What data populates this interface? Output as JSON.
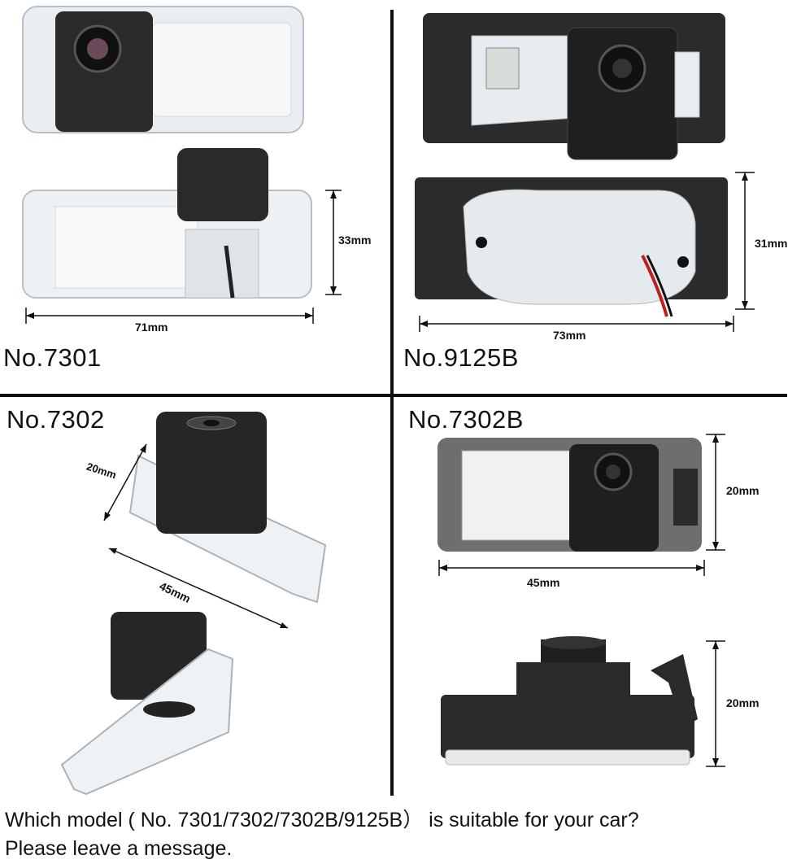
{
  "quadrants": [
    {
      "model": "No.7301",
      "dims": [
        "33mm",
        "71mm"
      ]
    },
    {
      "model": "No.9125B",
      "dims": [
        "31mm",
        "73mm"
      ]
    },
    {
      "model": "No.7302",
      "dims": [
        "20mm",
        "45mm"
      ]
    },
    {
      "model": "No.7302B",
      "dims": [
        "20mm",
        "45mm",
        "20mm"
      ]
    }
  ],
  "caption": {
    "line1": "Which model ( No. 7301/7302/7302B/9125B） is suitable for your car?",
    "line2": "Please leave a message."
  }
}
